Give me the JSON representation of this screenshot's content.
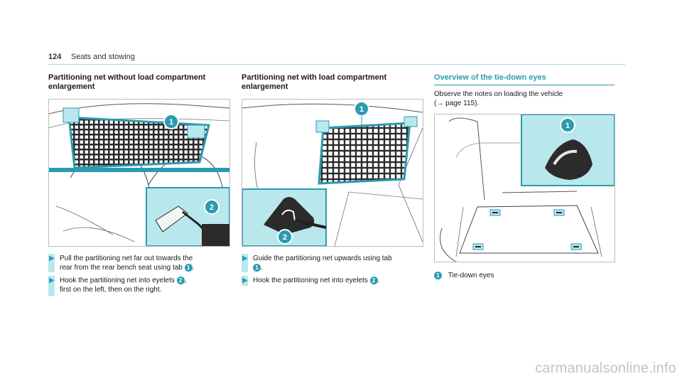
{
  "header": {
    "page_number": "124",
    "section_title": "Seats and stowing"
  },
  "col1": {
    "heading_line1": "Partitioning net without load compartment",
    "heading_line2": "enlargement",
    "step1_line1": "Pull the partitioning net far out towards the",
    "step1_line2_a": "rear from the rear bench seat using tab",
    "step1_line2_b": ".",
    "step2_line1_a": "Hook the partitioning net into eyelets",
    "step2_line1_b": ",",
    "step2_line2": "first on the left, then on the right.",
    "callout1": "1",
    "callout2": "2"
  },
  "col2": {
    "heading_line1": "Partitioning net with load compartment",
    "heading_line2": "enlargement",
    "step1_line1": "Guide the partitioning net upwards using tab",
    "step1_line2": ".",
    "step2_line1_a": "Hook the partitioning net into eyelets",
    "step2_line1_b": ".",
    "callout1": "1",
    "callout2": "2"
  },
  "col3": {
    "heading": "Overview of the tie-down eyes",
    "para_line1": "Observe the notes on loading the vehicle",
    "para_line2": "(→ page 115).",
    "legend_text": "Tie-down eyes",
    "callout1": "1"
  },
  "watermark": "carmanualsonline.info",
  "colors": {
    "accent": "#2a9bb0",
    "callout_bg": "#b9e8ec",
    "rule": "#9fd8dc"
  },
  "icons": [
    "arrow-right-icon",
    "callout-number-icon"
  ]
}
